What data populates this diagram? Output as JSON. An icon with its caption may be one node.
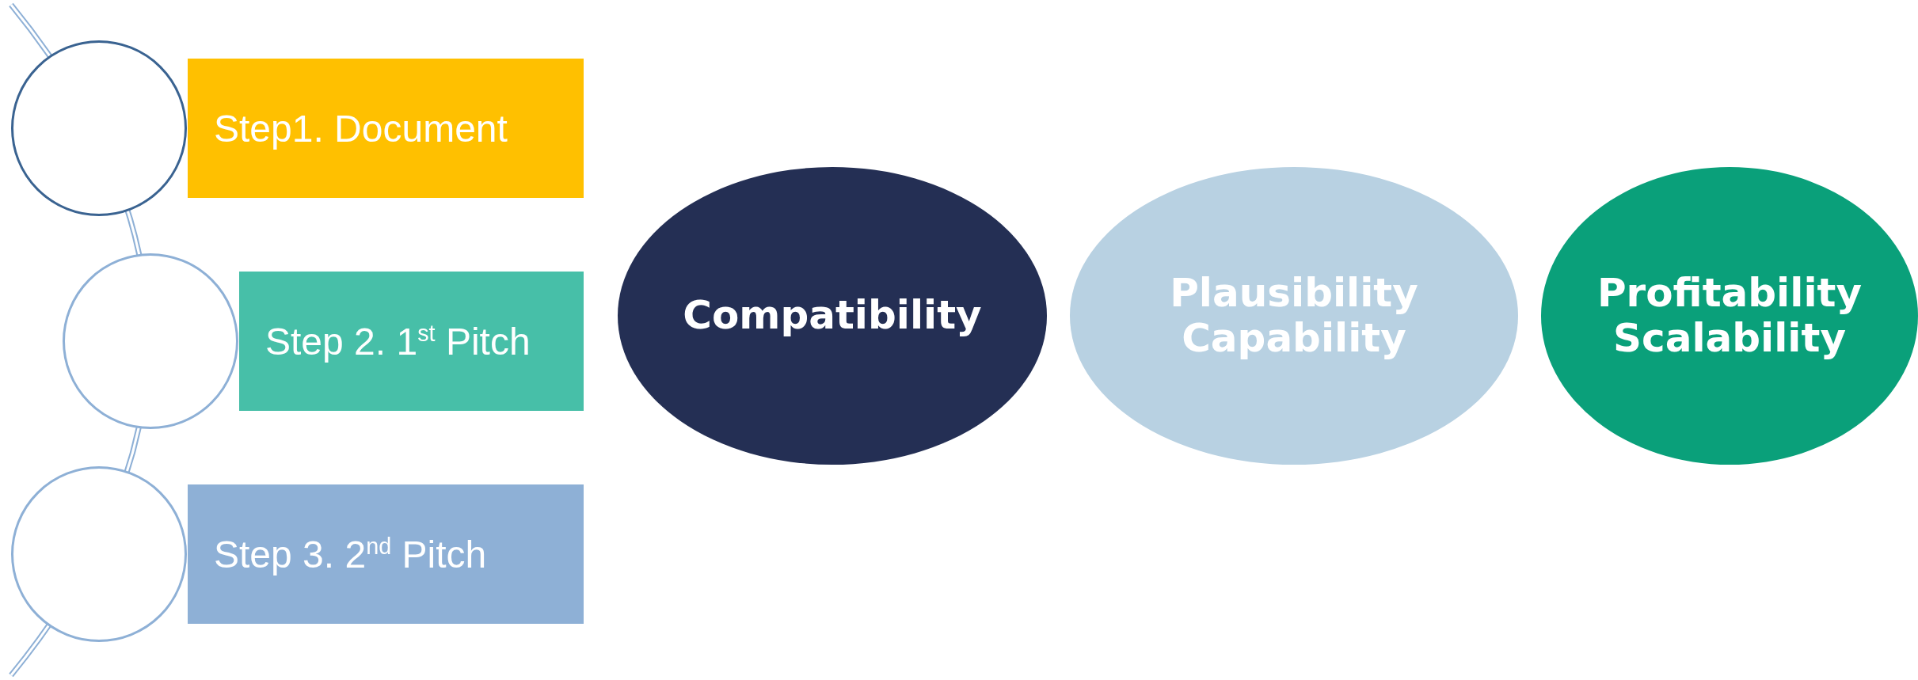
{
  "diagram": {
    "nodes": [
      {
        "text": [],
        "shape": "circle"
      },
      {
        "text": [
          "Step1. Document"
        ]
      },
      {
        "text": [],
        "shape": "circle"
      },
      {
        "text": [
          "Step 2. 1$^{st}$ Pitch"
        ]
      },
      {
        "text": [],
        "shape": "circle"
      },
      {
        "text": [
          "Step 3. 2$^{nd}$ Pitch"
        ]
      },
      {
        "text": [
          "Compatibility"
        ]
      },
      {
        "text": [
          "Plausibility Capability"
        ]
      },
      {
        "text": [
          "Profitability Scalability"
        ]
      }
    ]
  }
}
